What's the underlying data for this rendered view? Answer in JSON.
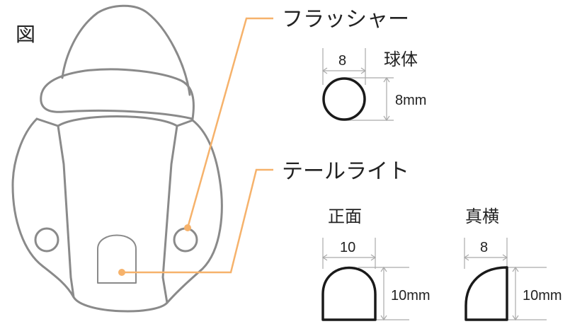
{
  "figure_label": "図",
  "callouts": {
    "flasher": "フラッシャー",
    "taillight": "テールライト"
  },
  "sphere": {
    "title": "球体",
    "width": "8",
    "height": "8mm"
  },
  "front": {
    "title": "正面",
    "width": "10",
    "height": "10mm"
  },
  "side": {
    "title": "真横",
    "width": "8",
    "height": "10mm"
  },
  "colors": {
    "outline": "#8a8a8a",
    "leader": "#f6b26b",
    "shape": "#1a1a1a",
    "dimension": "#aaaaaa",
    "text": "#222222"
  }
}
